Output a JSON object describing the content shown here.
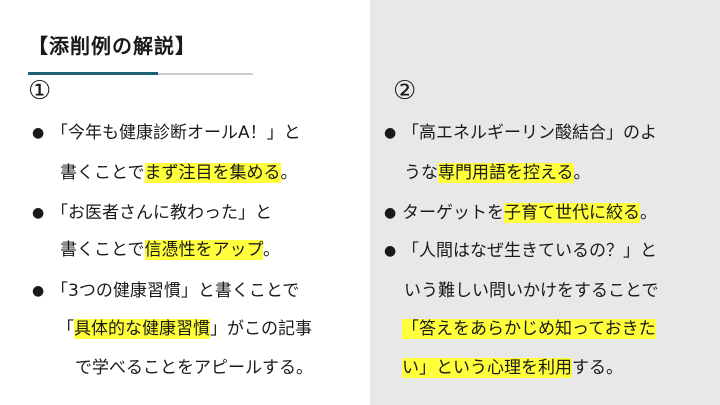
{
  "title": "【添削例の解説】",
  "section1": {
    "number": "①",
    "items": [
      {
        "line1": "「今年も健康診断オールA！」と",
        "line2_pre": "書くことで",
        "line2_hl": "まず注目を集める",
        "line2_post": "。"
      },
      {
        "line1": "「お医者さんに教わった」と",
        "line2_pre": "書くことで",
        "line2_hl": "信憑性をアップ",
        "line2_post": "。"
      },
      {
        "line1": "「3つの健康習慣」と書くことで",
        "line2_pre": "「",
        "line2_hl": "具体的な健康習慣",
        "line2_post": "」がこの記事",
        "line3": "で学べることをアピールする。"
      }
    ]
  },
  "section2": {
    "number": "②",
    "items": [
      {
        "line1": "「高エネルギーリン酸結合」のよ",
        "line2_pre": "うな",
        "line2_hl": "専門用語を控える",
        "line2_post": "。"
      },
      {
        "line1_pre": "ターゲットを",
        "line1_hl": "子育て世代に絞る",
        "line1_post": "。"
      },
      {
        "line1": "「人間はなぜ生きているの？」と",
        "line2": "いう難しい問いかけをすることで",
        "line3_hl": "「答えをあらかじめ知っておきた",
        "line4_hl": "い」という心理を利用",
        "line4_post": "する。"
      }
    ]
  },
  "bullet_char": "●",
  "colors": {
    "highlight": "#ffff3b",
    "accent_rule": "#1f5f73",
    "right_panel": "#e8e8e8"
  }
}
